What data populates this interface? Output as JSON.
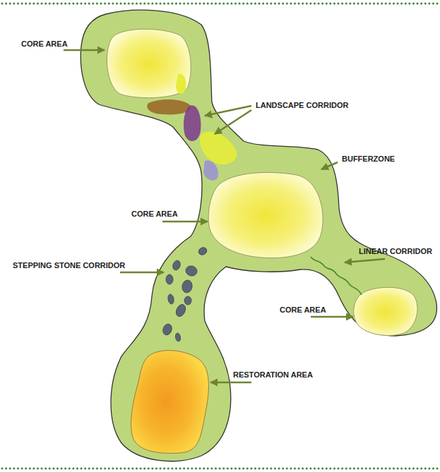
{
  "diagram": {
    "labels": [
      "CORE AREA",
      "LANDSCAPE CORRIDOR",
      "BUFFERZONE",
      "CORE AREA",
      "LINEAR CORRIDOR",
      "STEPPING STONE CORRIDOR",
      "CORE AREA",
      "RESTORATION AREA"
    ]
  }
}
